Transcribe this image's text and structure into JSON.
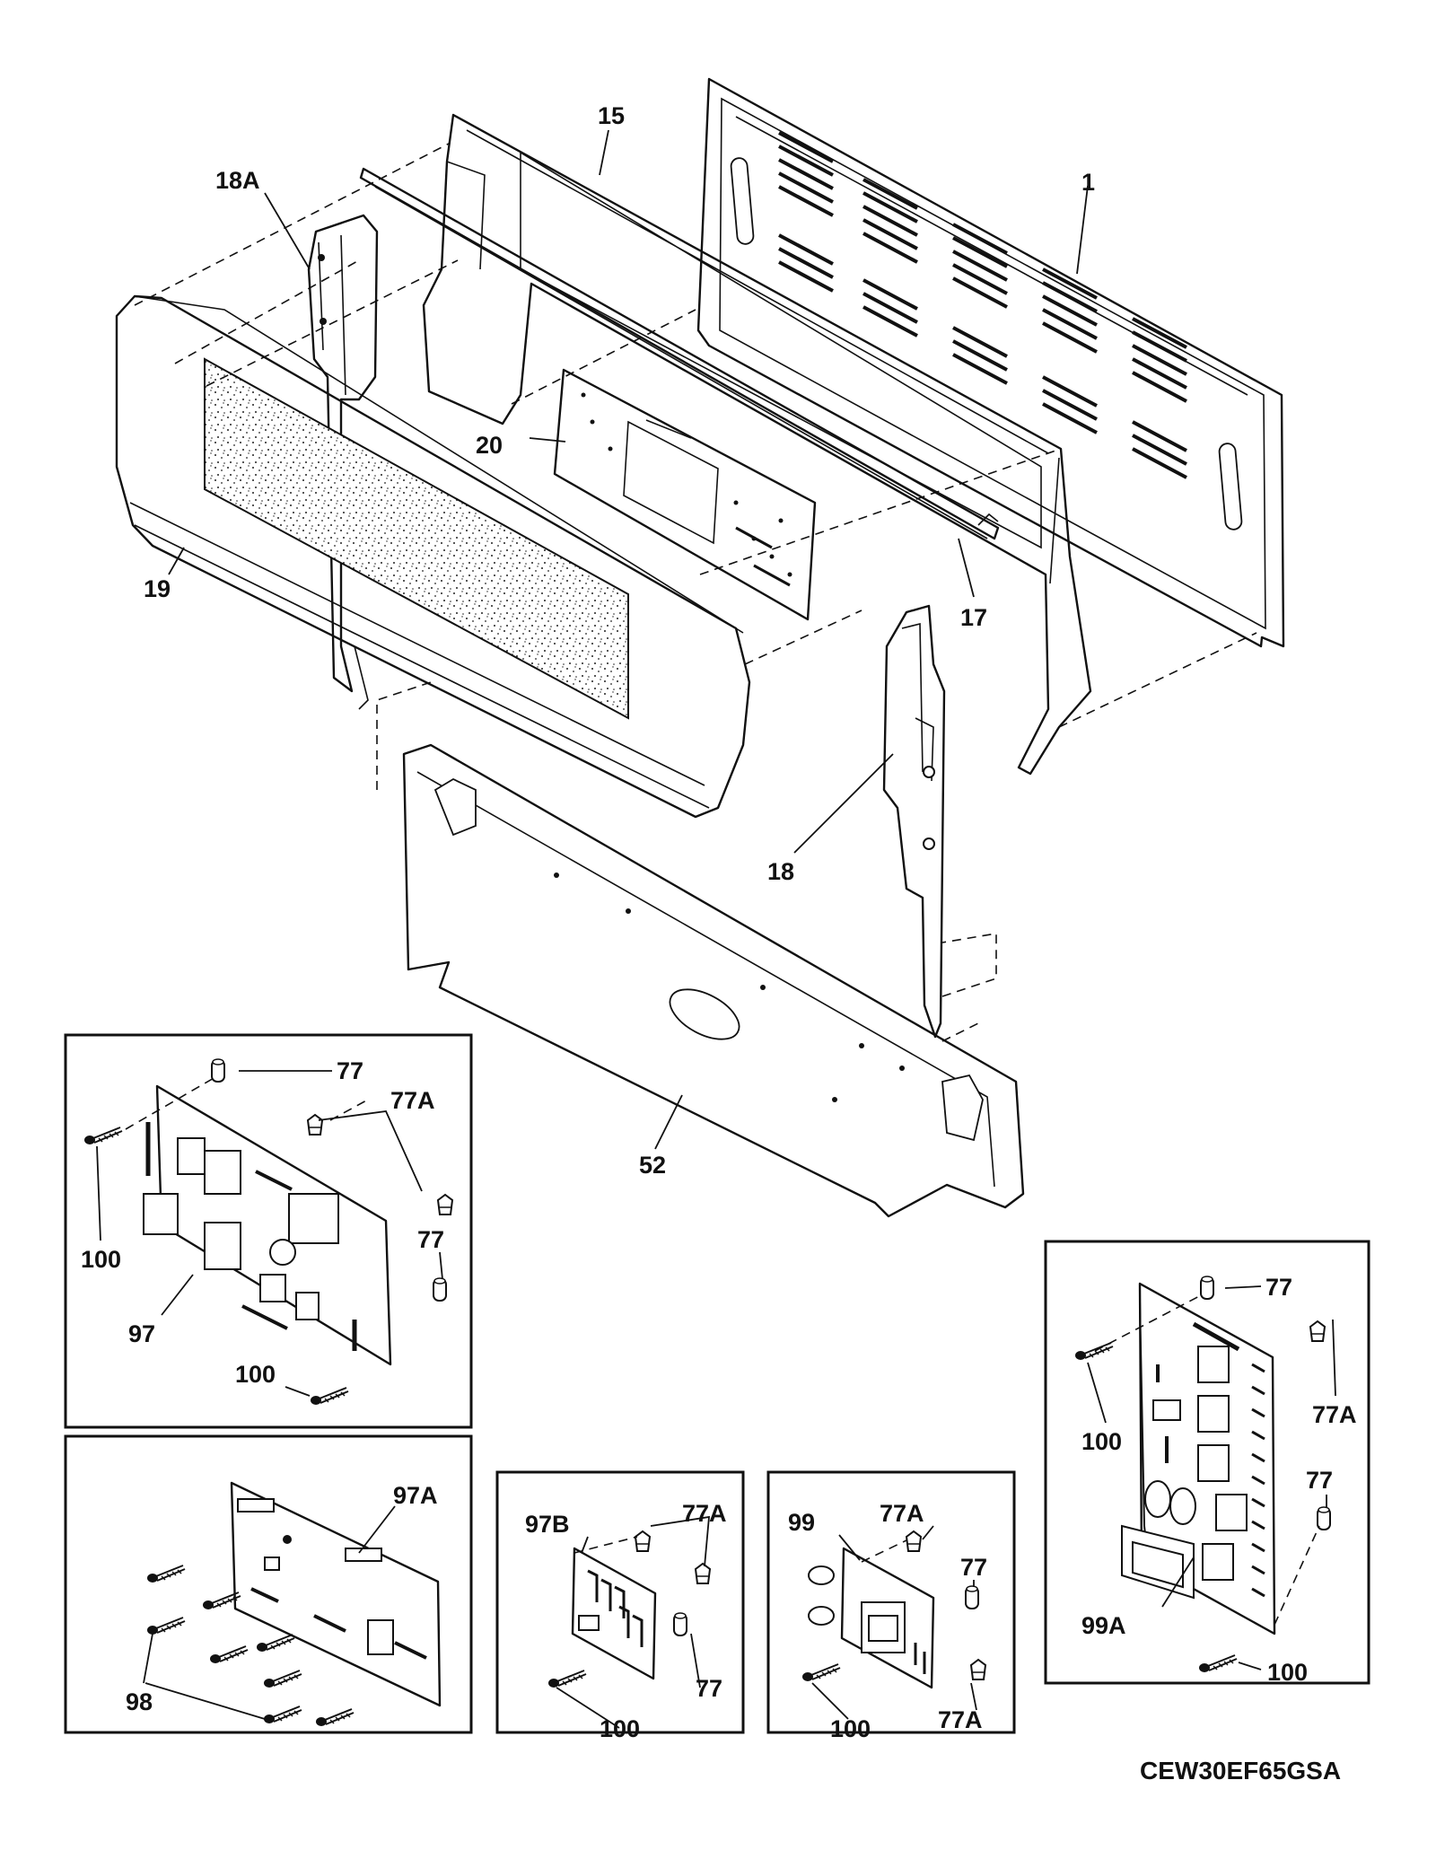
{
  "model_number": "CEW30EF65GSA",
  "callouts": {
    "c1": "1",
    "c15": "15",
    "c17": "17",
    "c18": "18",
    "c18a": "18A",
    "c19": "19",
    "c20": "20",
    "c52": "52",
    "c77": "77",
    "c77a": "77A",
    "c97": "97",
    "c97a": "97A",
    "c97b": "97B",
    "c98": "98",
    "c99": "99",
    "c99a": "99A",
    "c100": "100"
  }
}
